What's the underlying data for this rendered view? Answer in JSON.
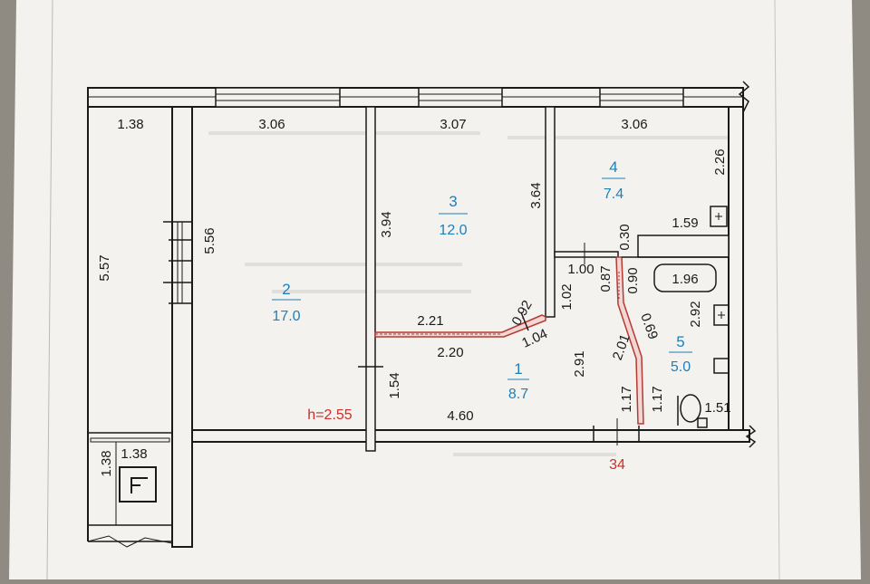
{
  "plan": {
    "ceiling_height": "h=2.55",
    "plan_number": "34",
    "rooms": [
      {
        "id": "1",
        "area": "8.7"
      },
      {
        "id": "2",
        "area": "17.0"
      },
      {
        "id": "3",
        "area": "12.0"
      },
      {
        "id": "4",
        "area": "7.4"
      },
      {
        "id": "5",
        "area": "5.0"
      }
    ],
    "dimensions": {
      "balcony_width": "1.38",
      "room2_width": "3.06",
      "room3_width": "3.07",
      "room4_width": "3.06",
      "balcony_length": "5.57",
      "room2_length": "5.56",
      "room3_left": "3.94",
      "room3_right": "3.64",
      "room4_right": "2.26",
      "kitchen_bench": "1.59",
      "partition_030": "0.30",
      "hall_100": "1.00",
      "hall_087": "0.87",
      "hall_090": "0.90",
      "bath_196": "1.96",
      "hall_102": "1.02",
      "hall_092": "0.92",
      "hall_104": "1.04",
      "hall_221": "2.21",
      "hall_220": "2.20",
      "hall_291": "2.91",
      "hall_201": "2.01",
      "bath_069": "0.69",
      "bath_292": "2.92",
      "hall_154": "1.54",
      "hall_460": "4.60",
      "hall_117a": "1.17",
      "hall_117b": "1.17",
      "wc_151": "1.51",
      "shaft_138a": "1.38",
      "shaft_138b": "1.38"
    }
  }
}
